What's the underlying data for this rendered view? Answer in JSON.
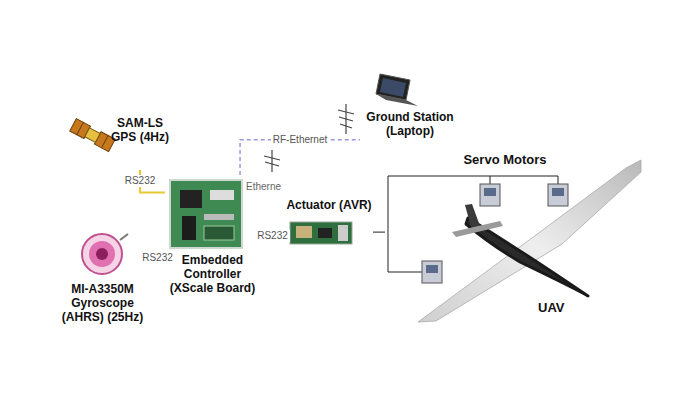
{
  "diagram": {
    "nodes": [
      {
        "text": [
          "SAM-LS GPS (4Hz)"
        ]
      },
      {
        "text": [
          "MI-A3350M Gyroscope (AHRS) (25Hz)"
        ]
      },
      {
        "text": [
          "Embedded Controller (XScale Board)"
        ]
      },
      {
        "text": [
          "Actuator (AVR)"
        ]
      },
      {
        "text": [
          "Ground Station (Laptop)"
        ]
      },
      {
        "text": [
          "Servo Motors"
        ]
      }
    ],
    "edges": [
      {
        "from": 0,
        "to": 2,
        "arrow": "none",
        "label": "RS232"
      },
      {
        "from": 1,
        "to": 2,
        "arrow": "none",
        "label": "RS232"
      },
      {
        "from": 2,
        "to": 3,
        "arrow": "none",
        "label": "RS232"
      },
      {
        "from": 2,
        "to": 4,
        "arrow": "none",
        "label": "RF-Ethernet"
      },
      {
        "from": 3,
        "to": 5,
        "arrow": "none"
      }
    ],
    "labels": [
      "Etherne",
      "UAV"
    ]
  }
}
